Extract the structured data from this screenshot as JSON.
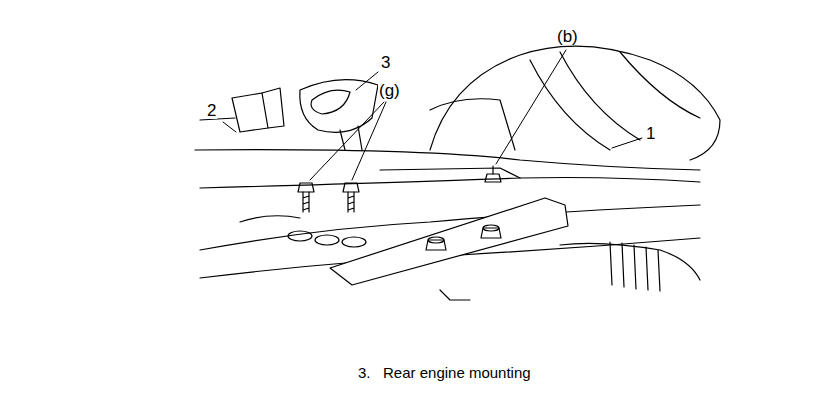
{
  "diagram": {
    "caption": "3.   Rear engine mounting",
    "labels": [
      "(b)",
      "3",
      "(g)",
      "2",
      "1"
    ]
  }
}
